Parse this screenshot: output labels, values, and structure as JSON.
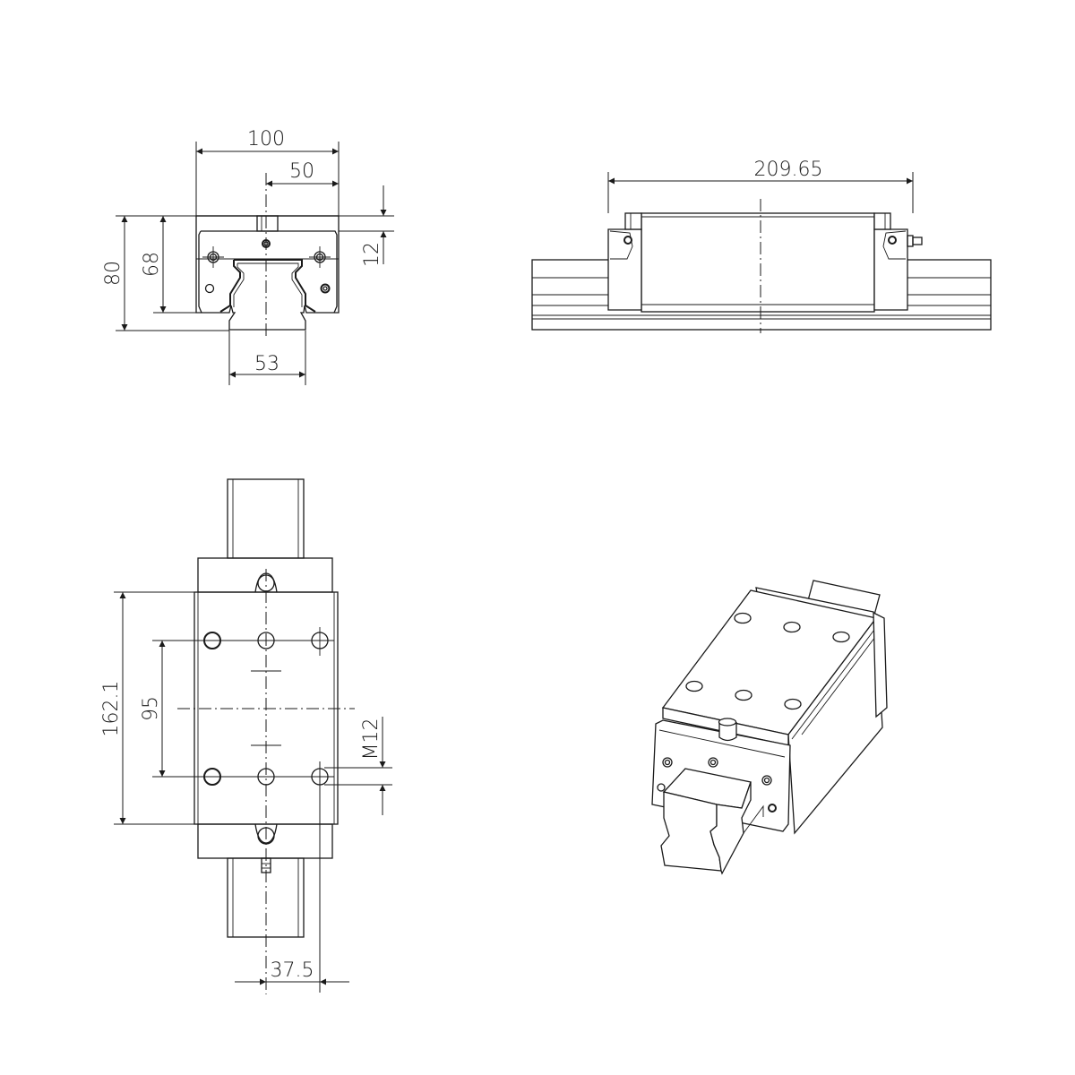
{
  "drawing": {
    "subject": "Linear guide carriage block on rail",
    "line_color": "#1a1a1a",
    "background": "#ffffff"
  },
  "views": {
    "front": {
      "label": "front-view",
      "dimensions": {
        "overall_width": "100",
        "half_width": "50",
        "top_offset": "12",
        "overall_height": "80",
        "block_height": "68",
        "rail_width": "53"
      }
    },
    "side": {
      "label": "side-view",
      "dimensions": {
        "block_length": "209.65"
      }
    },
    "top": {
      "label": "top-view",
      "dimensions": {
        "body_length": "162.1",
        "hole_spacing_length": "95",
        "thread_size": "M12",
        "hole_offset_width": "37.5"
      }
    },
    "isometric": {
      "label": "isometric-view"
    }
  }
}
